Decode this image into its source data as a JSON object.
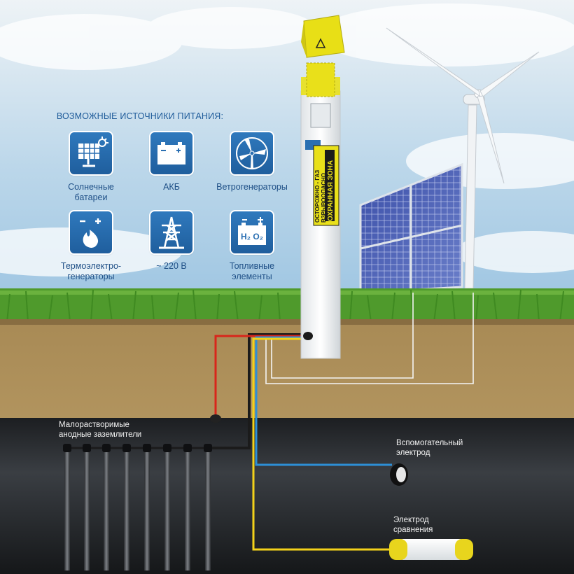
{
  "title": "ВОЗМОЖНЫЕ ИСТОЧНИКИ ПИТАНИЯ:",
  "sources": [
    {
      "label": "Солнечные\nбатареи",
      "icon": "solar-panel-icon"
    },
    {
      "label": "АКБ",
      "icon": "battery-icon"
    },
    {
      "label": "Ветрогенераторы",
      "icon": "wind-turbine-icon"
    },
    {
      "label": "Термоэлектро-\nгенераторы",
      "icon": "fire-thermo-icon"
    },
    {
      "label": "~ 220 В",
      "icon": "power-tower-icon"
    },
    {
      "label": "Топливные\nэлементы",
      "icon": "fuel-cell-icon"
    }
  ],
  "post": {
    "warning": "ОСТОРОЖНО - ГАЗ\nВЗРЫВООПАСНО",
    "zone": "ОХРАННАЯ ЗОНА"
  },
  "underground": {
    "anodes": "Малорастворимые\nанодные заземлители",
    "aux_electrode": "Вспомогательный\nэлектрод",
    "ref_electrode": "Электрод\nсравнения"
  },
  "colors": {
    "sky": "#cfe3f1",
    "grass": "#4f9a2c",
    "soil": "#b89a62",
    "pipe": "#2a2d31",
    "tile": "#2a6fb2",
    "post_yellow": "#e9e01a",
    "wire_red": "#d8261b",
    "wire_blue": "#2d8fd6",
    "wire_yellow": "#f3d21a"
  }
}
